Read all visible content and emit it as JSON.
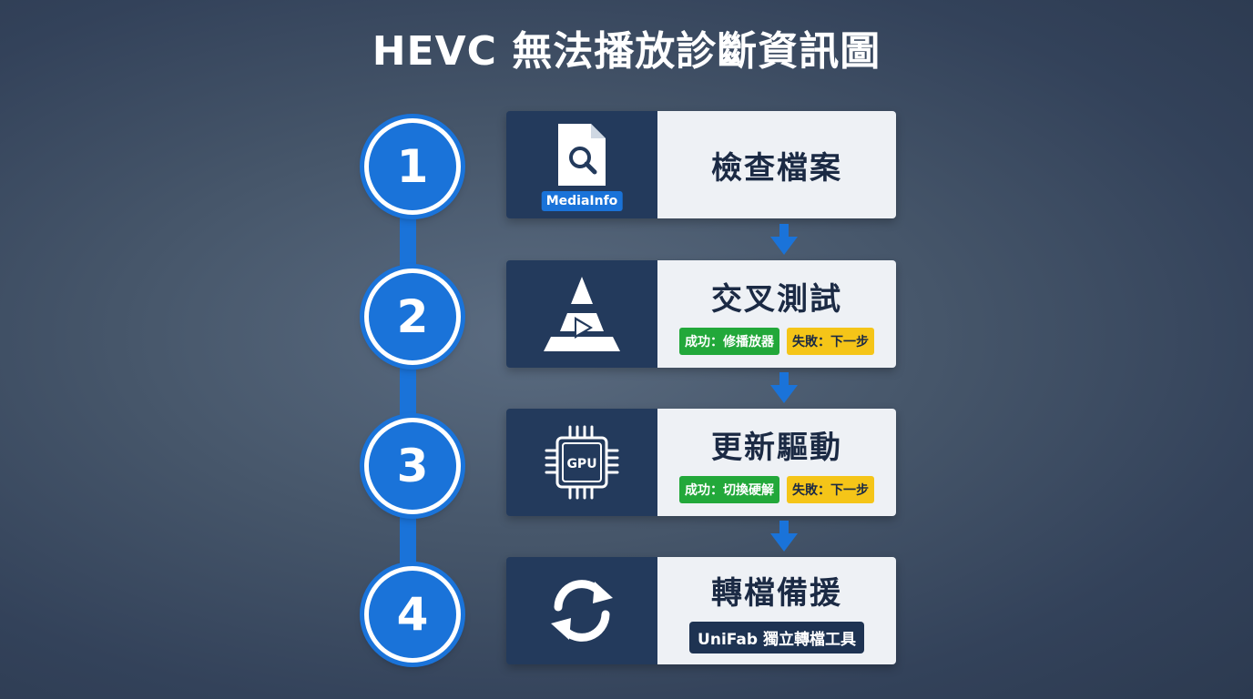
{
  "title": "HEVC 無法播放診斷資訊圖",
  "steps": [
    {
      "number": "1",
      "title": "檢查檔案",
      "icon": "file-search-icon",
      "tag": "MediaInfo"
    },
    {
      "number": "2",
      "title": "交叉測試",
      "icon": "vlc-cone-icon",
      "success": "成功：修播放器",
      "fail": "失敗：下一步"
    },
    {
      "number": "3",
      "title": "更新驅動",
      "icon": "gpu-chip-icon",
      "icon_text": "GPU",
      "success": "成功：切換硬解",
      "fail": "失敗：下一步"
    },
    {
      "number": "4",
      "title": "轉檔備援",
      "icon": "refresh-icon",
      "tag": "UniFab 獨立轉檔工具"
    }
  ],
  "colors": {
    "accent": "#1a73d9",
    "card_dark": "#233a5c",
    "success": "#22a83a",
    "fail": "#f5c518"
  }
}
